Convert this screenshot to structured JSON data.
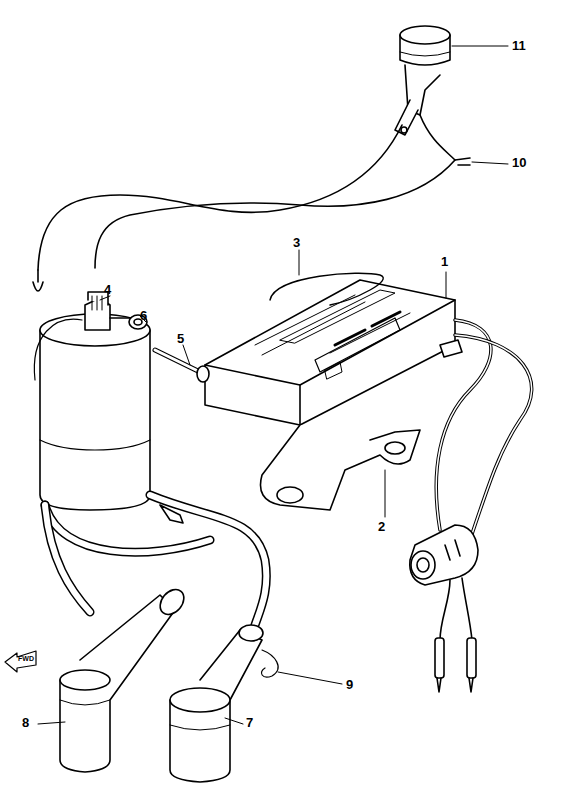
{
  "diagram": {
    "labels": [
      "1",
      "2",
      "3",
      "4",
      "5",
      "6",
      "7",
      "8",
      "9",
      "10",
      "11",
      "FWD"
    ]
  }
}
